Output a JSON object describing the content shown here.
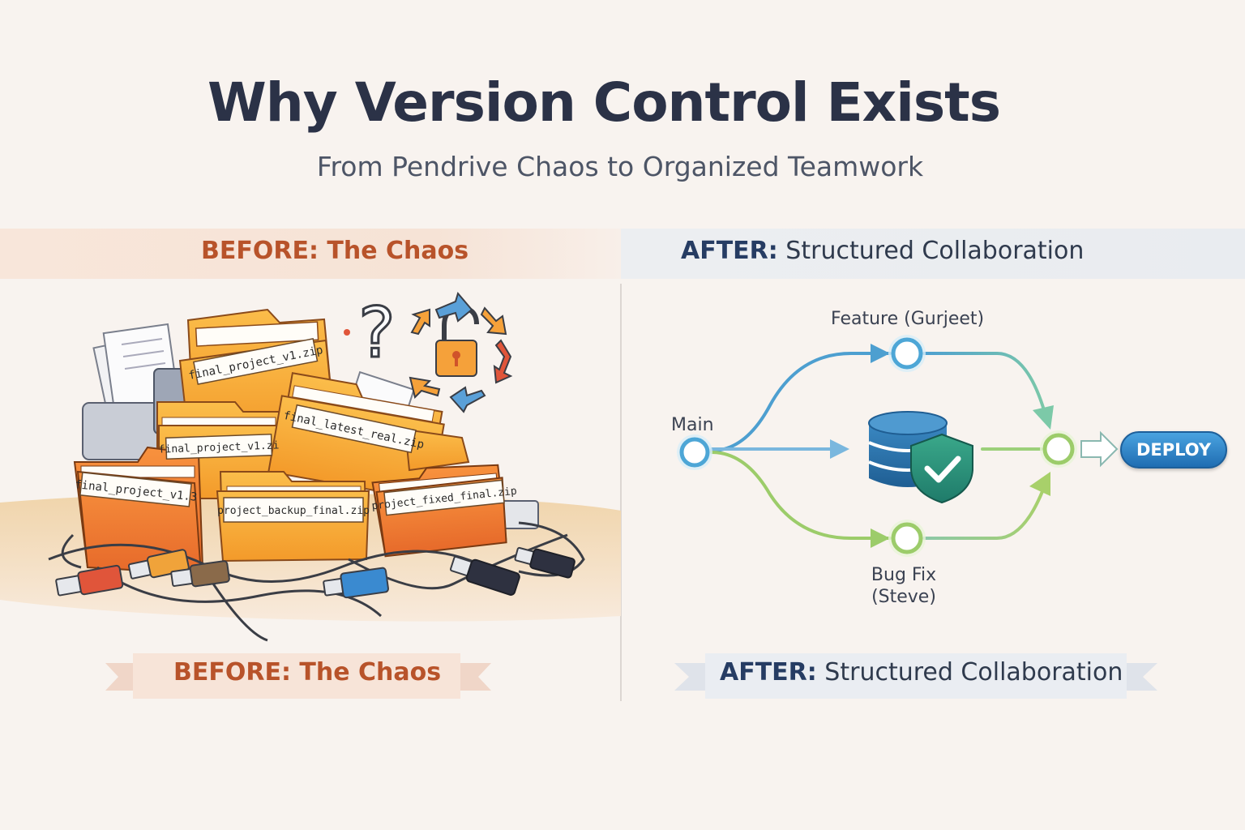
{
  "header": {
    "title": "Why Version Control Exists",
    "subtitle": "From Pendrive Chaos to Organized Teamwork"
  },
  "before": {
    "band_title": "BEFORE: The Chaos",
    "ribbon_label": "BEFORE: The Chaos",
    "files": [
      "final_project_v1.zip",
      "final_latest_real.zip",
      "final_project_v1.zi",
      "final_project_v1.3",
      "project_backup_final.zip",
      "project_fixed_final.zip"
    ],
    "question_mark": "?"
  },
  "after": {
    "band_title_strong": "AFTER:",
    "band_title_rest": " Structured Collaboration",
    "ribbon_strong": "AFTER:",
    "ribbon_rest": " Structured Collaboration",
    "nodes": {
      "main": "Main",
      "feature": "Feature (Gurjeet)",
      "bugfix_line1": "Bug Fix",
      "bugfix_line2": "(Steve)"
    },
    "deploy_label": "DEPLOY"
  },
  "colors": {
    "before_accent": "#b8532a",
    "after_accent": "#263c63",
    "feature_branch": "#4d9fd0",
    "bugfix_branch": "#9ccc6a",
    "deploy_button": "#2f86c8"
  },
  "icons": [
    "question-mark-icon",
    "unlocked-padlock-icon",
    "cycle-arrows-icon",
    "database-icon",
    "shield-check-icon",
    "arrow-right-icon"
  ]
}
